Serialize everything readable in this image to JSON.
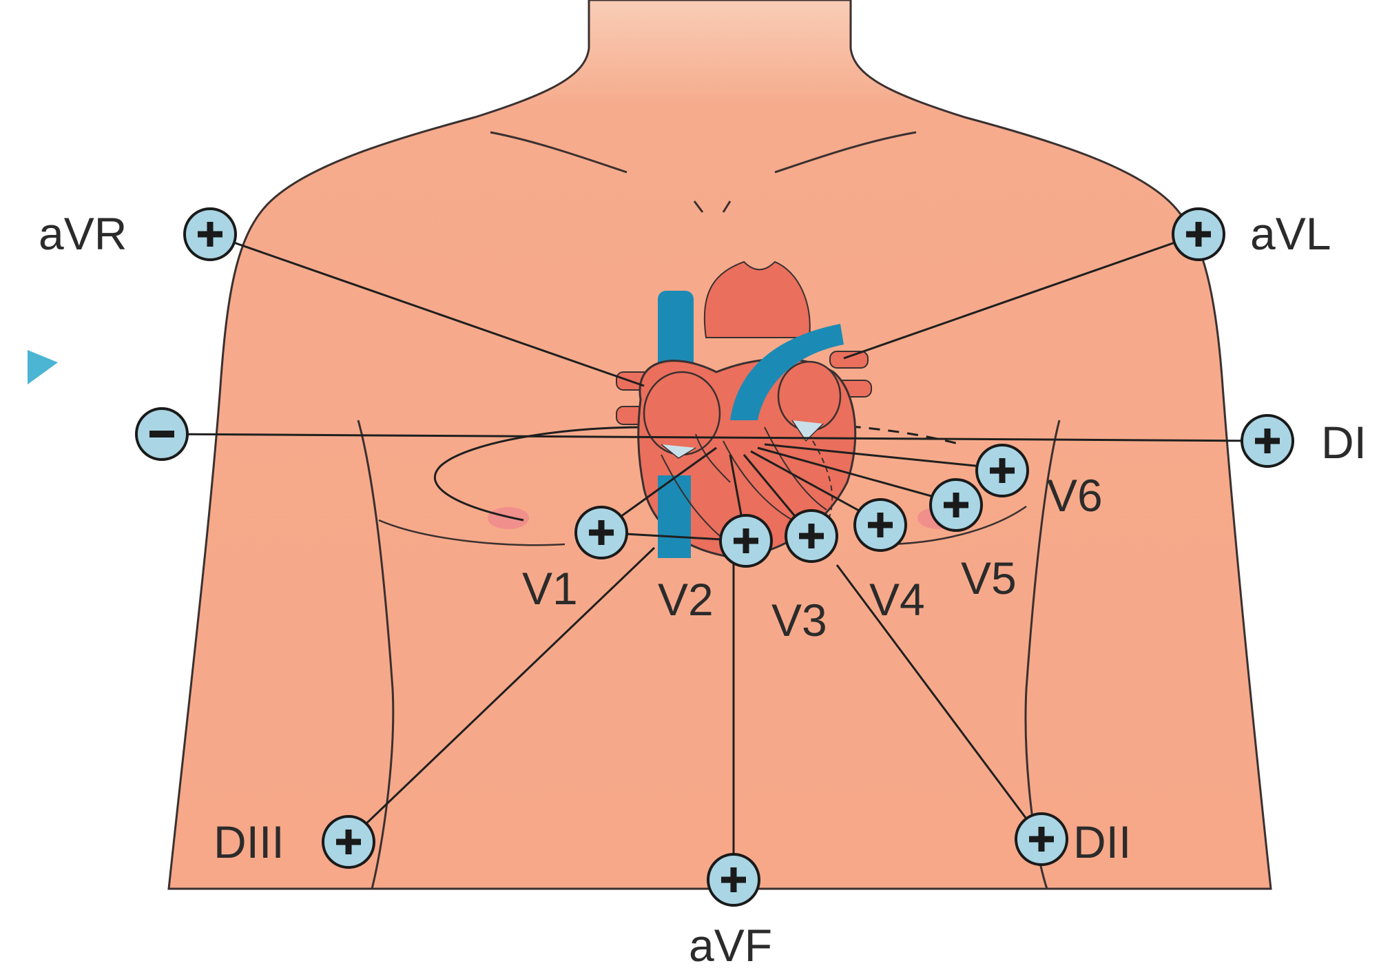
{
  "colors": {
    "skin": "#f6ab8c",
    "skin_outline": "#3a3030",
    "electrode_fill": "#a9d5e4",
    "heart_red": "#ea6f5c",
    "heart_blue": "#1b8bb5",
    "wire": "#1f1f1f",
    "pointer": "#4bb5d3"
  },
  "leads": {
    "avr": {
      "label": "aVR",
      "sign": "+"
    },
    "avl": {
      "label": "aVL",
      "sign": "+"
    },
    "di": {
      "label": "DI",
      "sign": "+"
    },
    "di_negative": {
      "sign": "-"
    },
    "dii": {
      "label": "DII",
      "sign": "+"
    },
    "diii": {
      "label": "DIII",
      "sign": "+"
    },
    "avf": {
      "label": "aVF",
      "sign": "+"
    },
    "v1": {
      "label": "V1",
      "sign": "+"
    },
    "v2": {
      "label": "V2",
      "sign": "+"
    },
    "v3": {
      "label": "V3",
      "sign": "+"
    },
    "v4": {
      "label": "V4",
      "sign": "+"
    },
    "v5": {
      "label": "V5",
      "sign": "+"
    },
    "v6": {
      "label": "V6",
      "sign": "+"
    }
  },
  "icons": {
    "electrode_positive": "plus-icon",
    "electrode_negative": "minus-icon",
    "pointer": "triangle-pointer-icon",
    "heart": "heart-illustration"
  }
}
